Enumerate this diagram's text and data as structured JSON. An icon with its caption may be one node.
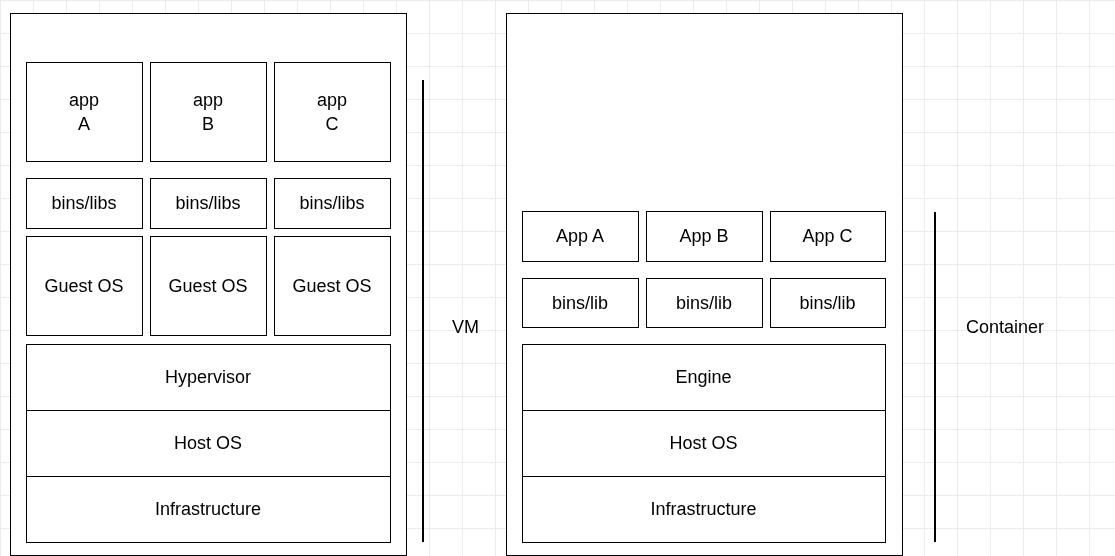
{
  "diagram": {
    "nodes": [
      {
        "text": [],
        "shape": "box"
      },
      {
        "text": [
          "app A"
        ],
        "in": 0
      },
      {
        "text": [
          "app B"
        ],
        "in": 0
      },
      {
        "text": [
          "app C"
        ],
        "in": 0
      },
      {
        "text": [
          "bins/libs"
        ],
        "in": 0
      },
      {
        "text": [
          "bins/libs"
        ],
        "in": 0
      },
      {
        "text": [
          "bins/libs"
        ],
        "in": 0
      },
      {
        "text": [
          "Guest OS"
        ],
        "in": 0
      },
      {
        "text": [
          "Guest OS"
        ],
        "in": 0
      },
      {
        "text": [
          "Guest OS"
        ],
        "in": 0
      },
      {
        "text": [
          "Hypervisor"
        ],
        "in": 0
      },
      {
        "text": [
          "Host OS"
        ],
        "in": 0
      },
      {
        "text": [
          "Infrastructure"
        ],
        "in": 0
      },
      {
        "text": [],
        "shape": "box"
      },
      {
        "text": [
          "App A"
        ],
        "in": 13
      },
      {
        "text": [
          "App B"
        ],
        "in": 13
      },
      {
        "text": [
          "App C"
        ],
        "in": 13
      },
      {
        "text": [
          "bins/lib"
        ],
        "in": 13
      },
      {
        "text": [
          "bins/lib"
        ],
        "in": 13
      },
      {
        "text": [
          "bins/lib"
        ],
        "in": 13
      },
      {
        "text": [
          "Engine"
        ],
        "in": 13
      },
      {
        "text": [
          "Host OS"
        ],
        "in": 13
      },
      {
        "text": [
          "Infrastructure"
        ],
        "in": 13
      }
    ],
    "edges": [],
    "labels": [
      "VM",
      "Container"
    ]
  }
}
